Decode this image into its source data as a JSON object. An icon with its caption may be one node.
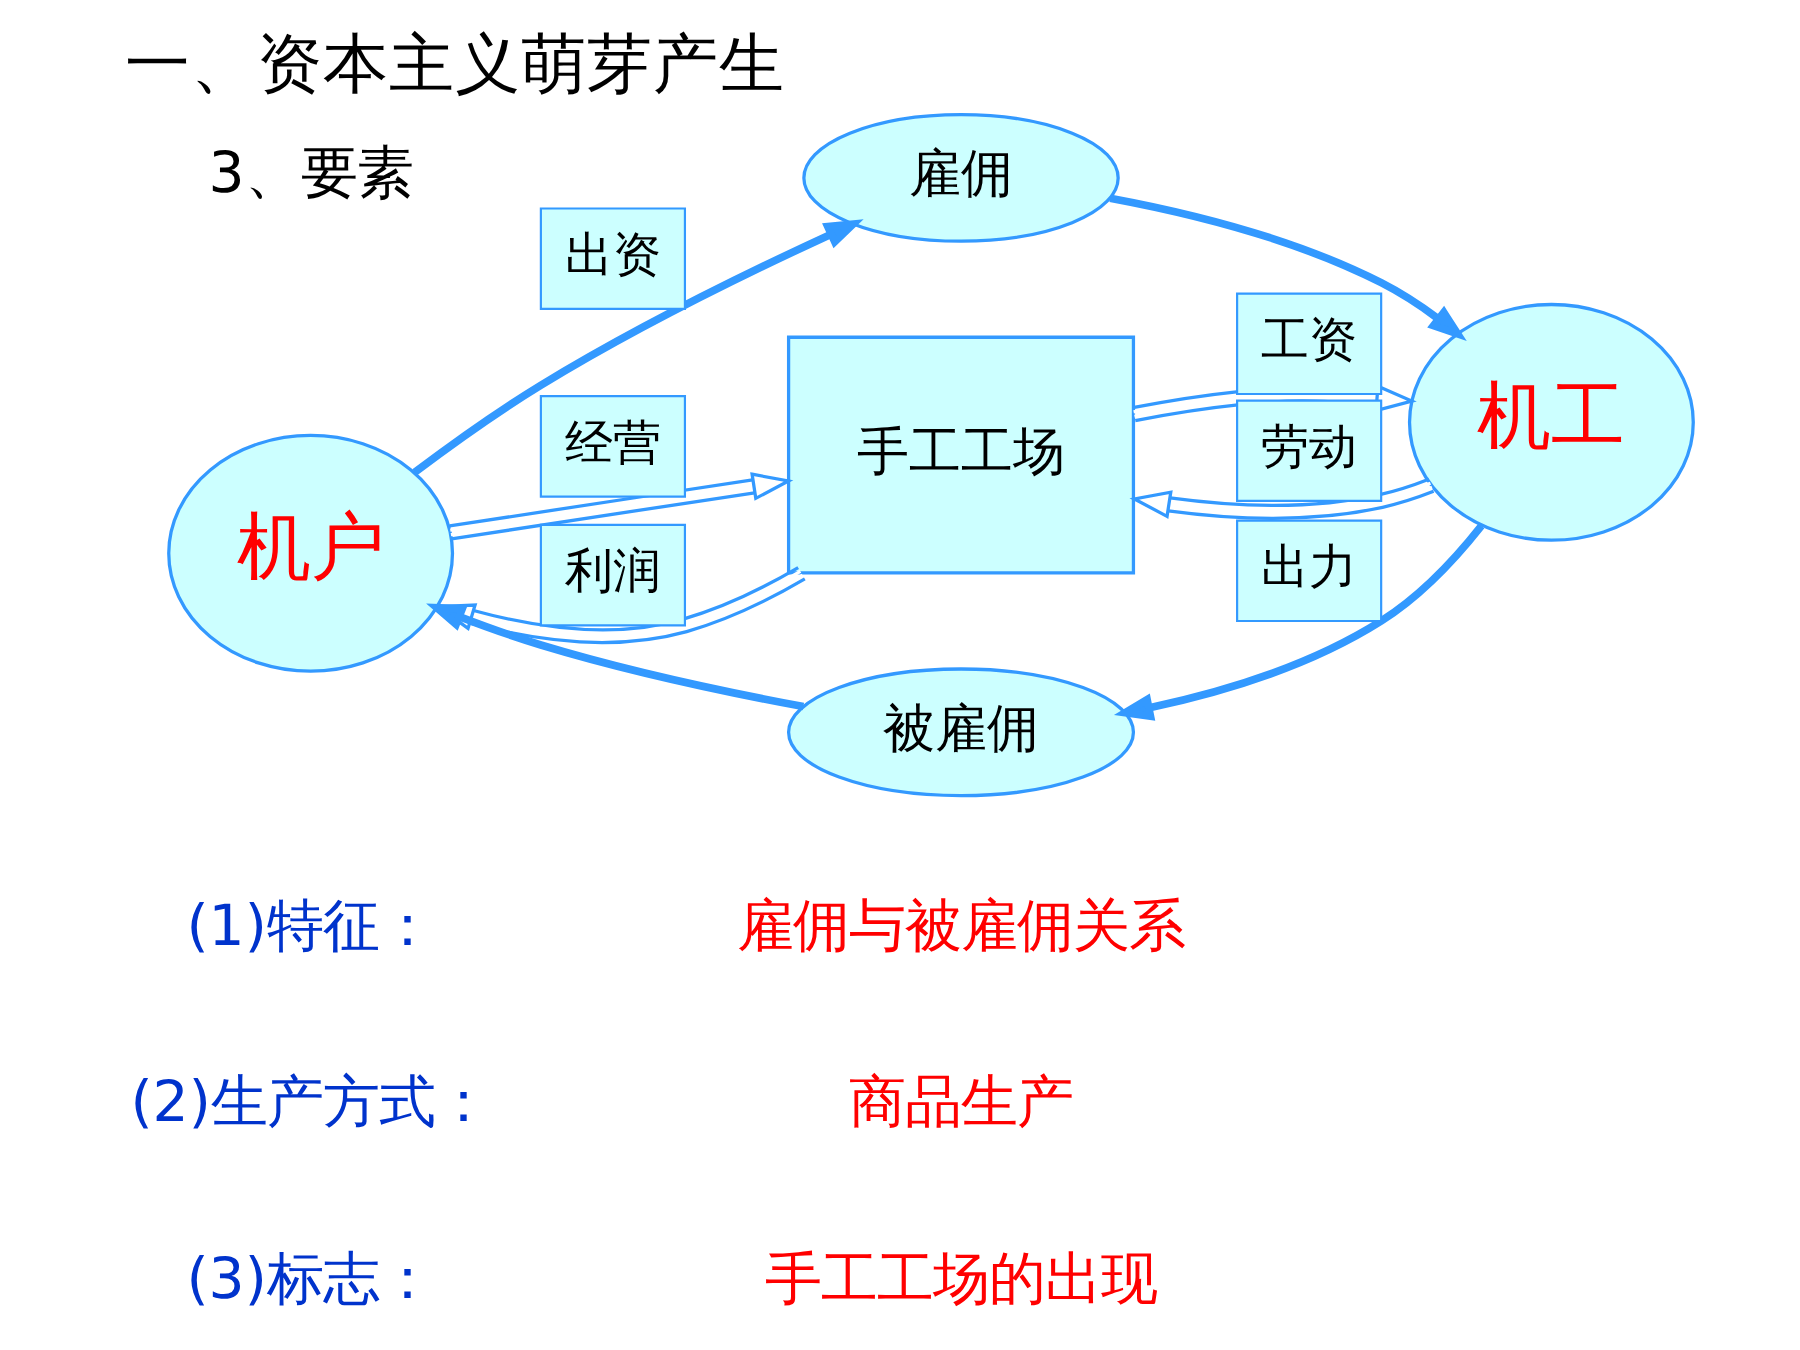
{
  "diagram": {
    "title": "一、资本主义萌芽产生",
    "nodes": [
      {
        "text": [
          "雇佣"
        ]
      },
      {
        "text": [
          "机户"
        ]
      },
      {
        "text": [
          "手工工场"
        ]
      },
      {
        "text": [
          "机工"
        ]
      },
      {
        "text": [
          "被雇佣"
        ]
      }
    ],
    "edges": [
      {
        "from": 1,
        "to": 0,
        "arrow": "to",
        "label": "出资",
        "style": "thick"
      },
      {
        "from": 0,
        "to": 3,
        "arrow": "to",
        "style": "thick"
      },
      {
        "from": 1,
        "to": 2,
        "arrow": "to",
        "label": "经营"
      },
      {
        "from": 3,
        "to": 2,
        "arrow": "to",
        "label": "劳动"
      },
      {
        "from": 2,
        "to": 1,
        "arrow": "to",
        "label": "利润"
      },
      {
        "from": 2,
        "to": 3,
        "arrow": "to",
        "label": "工资"
      },
      {
        "from": 3,
        "to": 4,
        "arrow": "to",
        "label": "出力",
        "style": "thick"
      },
      {
        "from": 4,
        "to": 1,
        "arrow": "to",
        "style": "thick"
      }
    ],
    "labels": [
      "3、要素",
      "(1)特征：",
      "雇佣与被雇佣关系",
      "(2)生产方式：",
      "商品生产",
      "(3)标志：",
      "手工工场的出现"
    ]
  }
}
